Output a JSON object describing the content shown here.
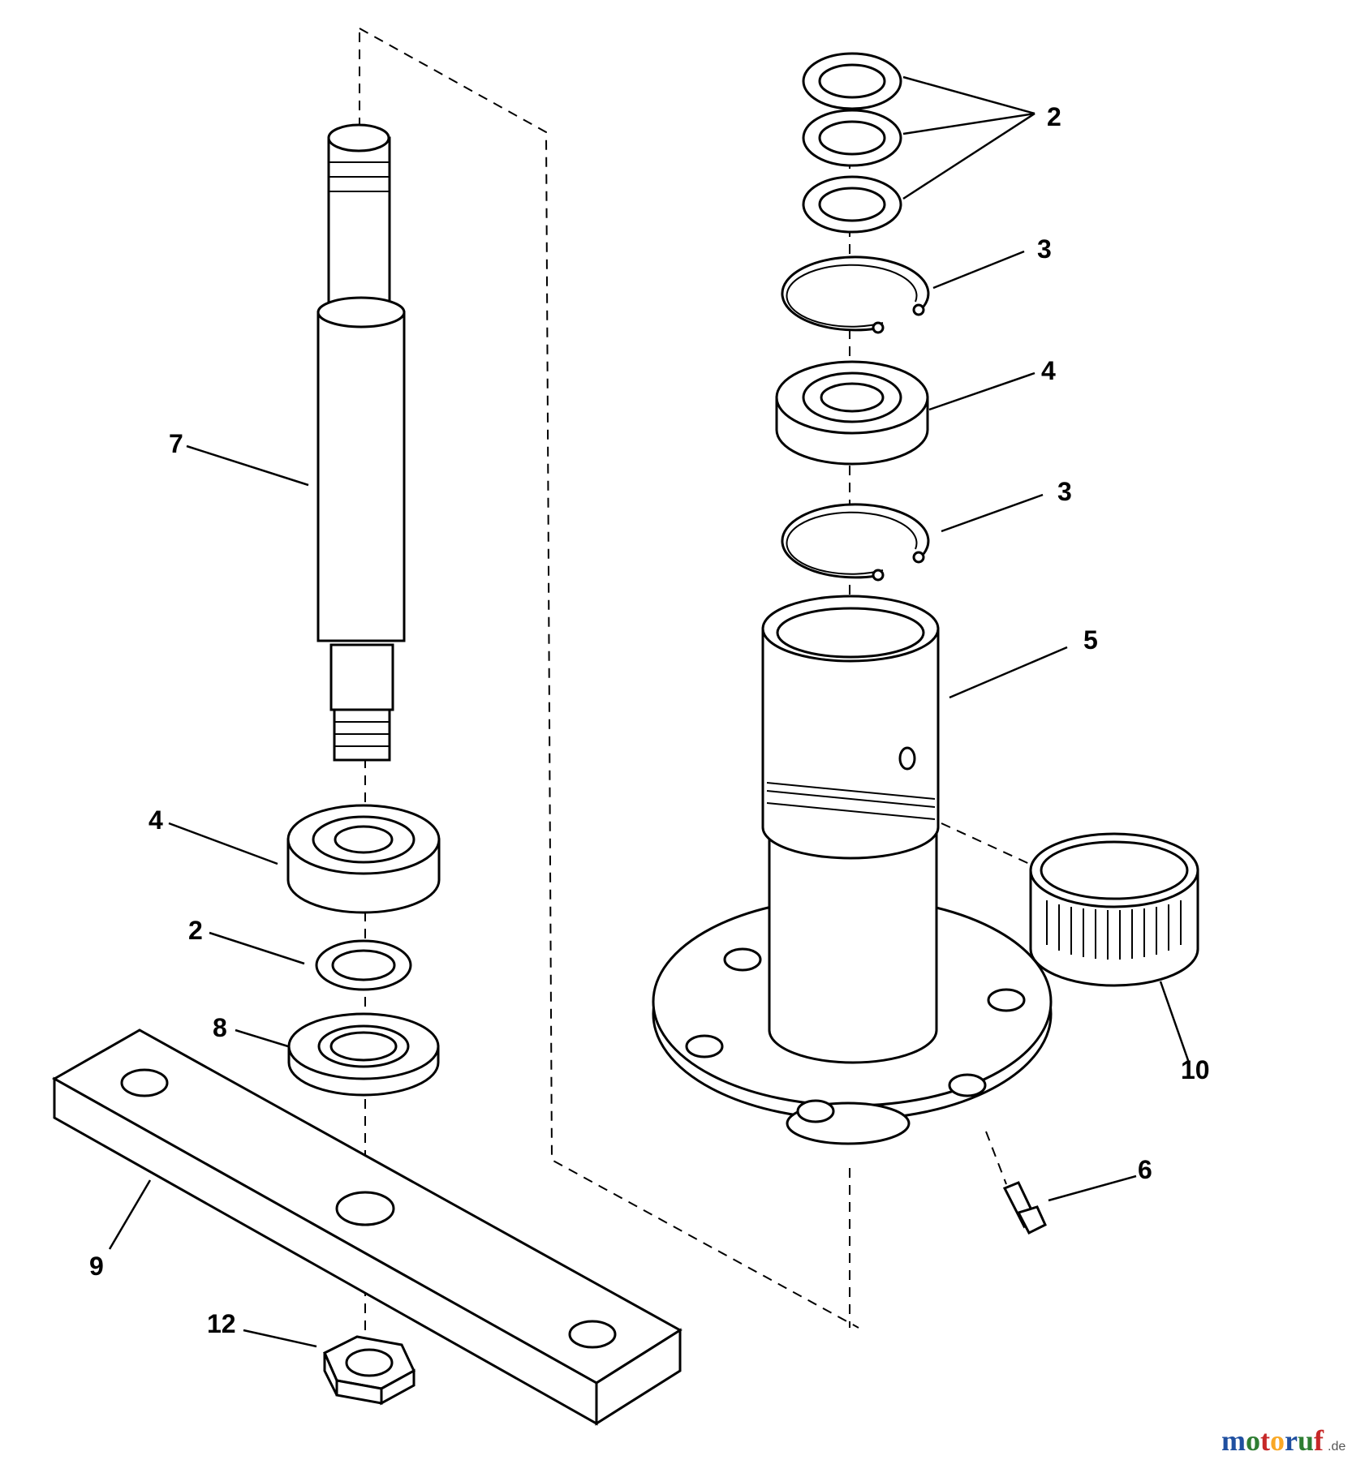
{
  "callouts": {
    "washer_top_group": "2",
    "snap_ring_upper": "3",
    "bearing_upper": "4",
    "snap_ring_lower": "3",
    "housing": "5",
    "grease_fitting": "6",
    "spindle_shaft": "7",
    "bearing_lower": "4",
    "washer_lower": "2",
    "spacer": "8",
    "blade_adapter_bar": "9",
    "needle_bearing": "10",
    "hex_nut": "12"
  },
  "watermark": {
    "brand_main": "motoruf",
    "brand_suffix": ".de",
    "colors": {
      "m": "#1f4fa0",
      "o1": "#2e7d32",
      "t": "#c62828",
      "o2": "#f9a825",
      "r": "#1f4fa0",
      "u": "#2e7d32",
      "f": "#c62828",
      "suffix": "#555555"
    }
  }
}
